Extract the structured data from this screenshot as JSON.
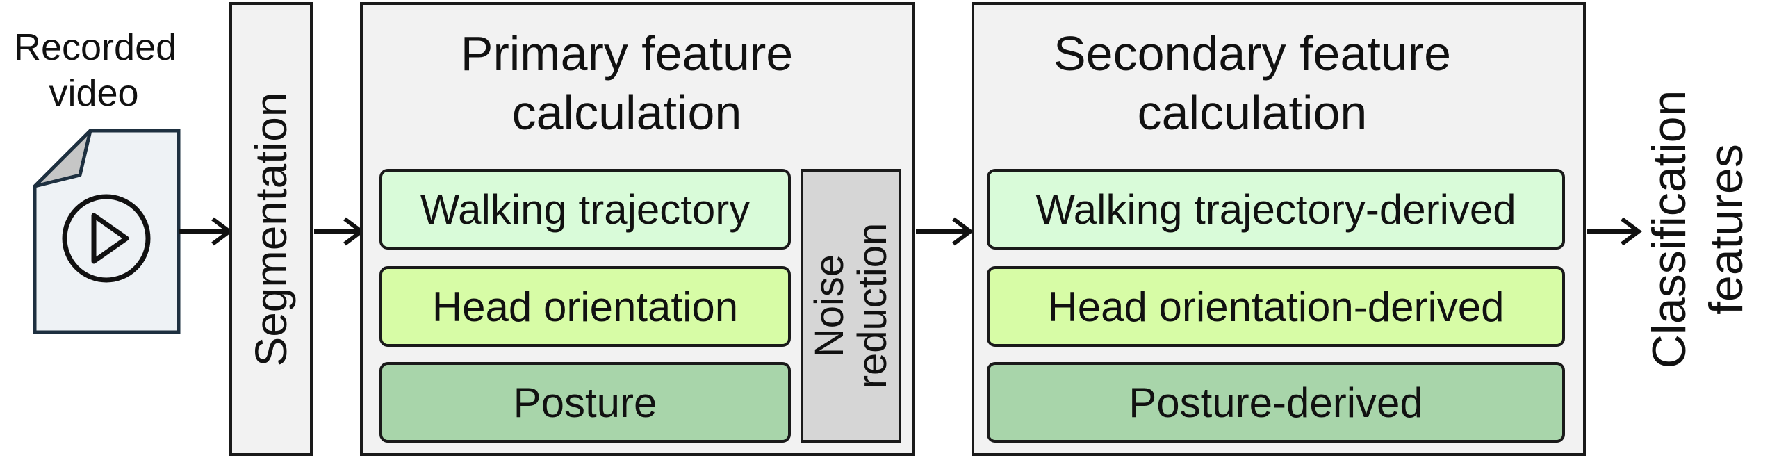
{
  "input": {
    "line1": "Recorded",
    "line2": "video"
  },
  "segmentation": {
    "label": "Segmentation"
  },
  "primary": {
    "title_line1": "Primary feature",
    "title_line2": "calculation",
    "items": [
      "Walking trajectory",
      "Head orientation",
      "Posture"
    ],
    "noise_line1": "Noise",
    "noise_line2": "reduction"
  },
  "secondary": {
    "title_line1": "Secondary feature",
    "title_line2": "calculation",
    "items": [
      "Walking trajectory-derived",
      "Head orientation-derived",
      "Posture-derived"
    ]
  },
  "output": {
    "line1": "Classification",
    "line2": "features"
  },
  "colors": {
    "panel_bg": "#f2f2f2",
    "trajectory": "#d9fbd9",
    "head": "#d7fca6",
    "posture": "#a8d5aa",
    "noise": "#d6d6d6",
    "file_bg": "#eef2f5",
    "file_fold": "#c6c6c6"
  }
}
